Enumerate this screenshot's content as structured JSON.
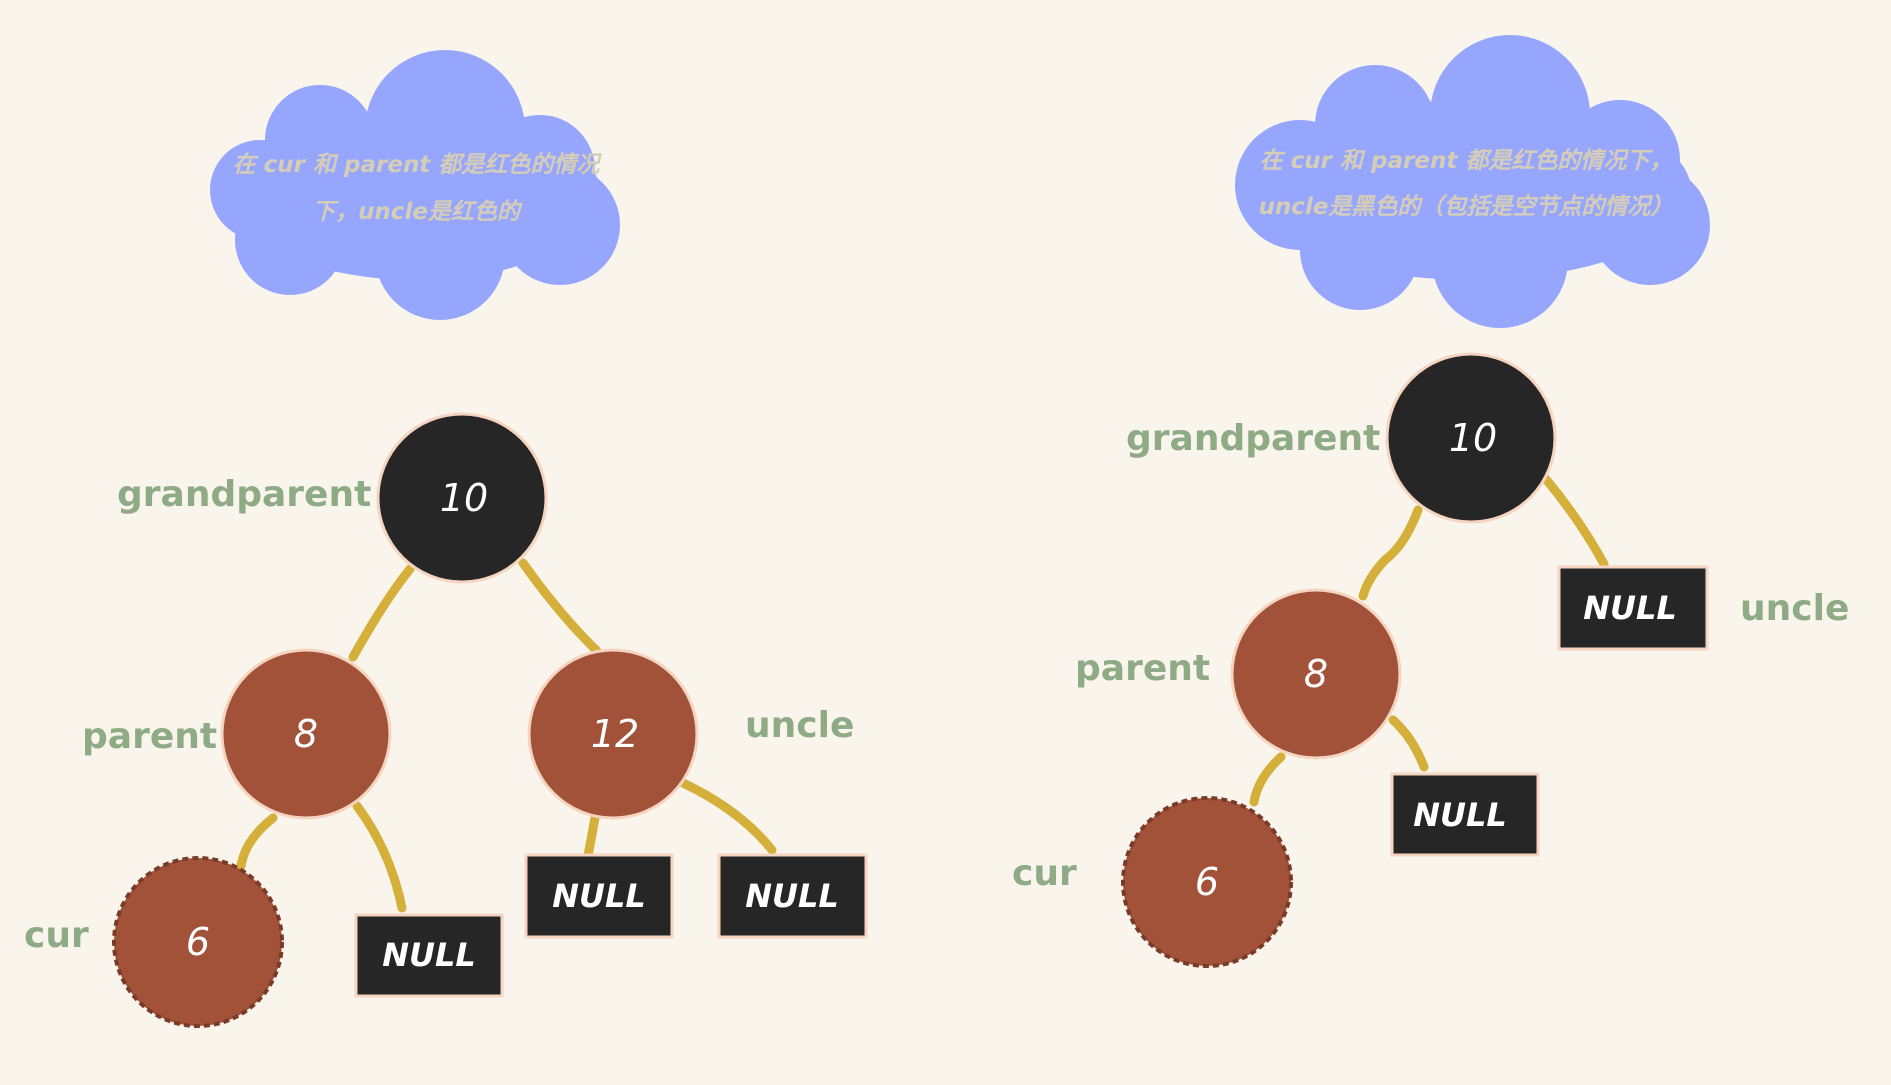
{
  "left": {
    "cloud_lines": [
      "在 cur 和 parent 都是红色的情况",
      "下，uncle是红色的"
    ],
    "labels": {
      "grandparent": "grandparent",
      "parent": "parent",
      "cur": "cur",
      "uncle": "uncle"
    },
    "nodes": {
      "grandparent": "10",
      "parent": "8",
      "uncle": "12",
      "cur": "6"
    },
    "null_label": "NULL"
  },
  "right": {
    "cloud_lines": [
      "在 cur 和 parent 都是红色的情况下，",
      "uncle是黑色的（包括是空节点的情况）"
    ],
    "labels": {
      "grandparent": "grandparent",
      "parent": "parent",
      "cur": "cur",
      "uncle": "uncle"
    },
    "nodes": {
      "grandparent": "10",
      "parent": "8",
      "cur": "6"
    },
    "null_label": "NULL"
  },
  "colors": {
    "background": "#faf5ec",
    "black_node": "#262626",
    "red_node": "#a3523a",
    "edge": "#d4b03a",
    "label": "#8eab85",
    "cloud": "#96a6fd"
  }
}
